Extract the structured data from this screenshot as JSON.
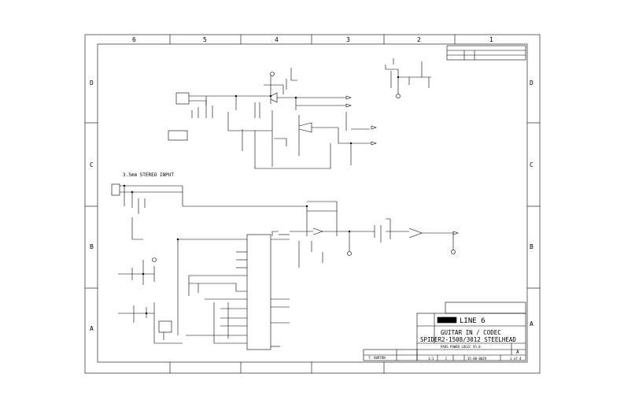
{
  "frame": {
    "columns": [
      "6",
      "5",
      "4",
      "3",
      "2",
      "1"
    ],
    "rows": [
      "D",
      "C",
      "B",
      "A"
    ]
  },
  "labels": {
    "stereo_input": "3.5mm STEREO INPUT"
  },
  "title_block": {
    "company": "LINE 6",
    "title_line1": "GUITAR IN / CODEC",
    "title_line2": "SPIDER2-1508/3012  STEELHEAD",
    "program": "PADS POWER LOGIC V5.0",
    "drawn_by": "T. BURTON",
    "rev": "A",
    "size": "C",
    "part_number": "35-00-0029",
    "scale": "1:1",
    "sheet": "1 of 4"
  }
}
